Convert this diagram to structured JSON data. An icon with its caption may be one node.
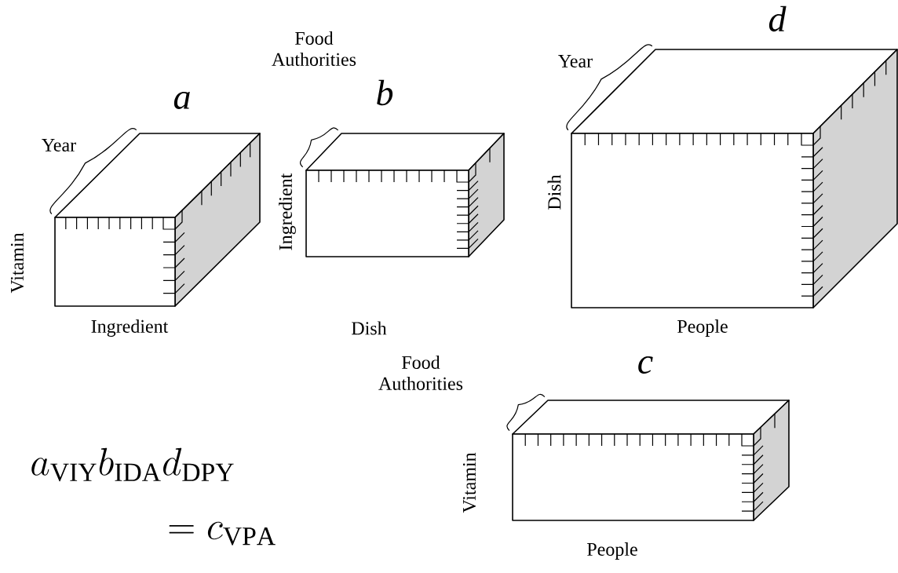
{
  "diagram": {
    "nodes": [
      {
        "text": [
          "a"
        ]
      },
      {
        "text": [
          "b"
        ]
      },
      {
        "text": [
          "d"
        ]
      },
      {
        "text": [
          "c"
        ]
      }
    ],
    "labels": [
      "Food Authorities",
      "Year",
      "Year",
      "Ingredient",
      "Dish",
      "Vitamin",
      "Ingredient",
      "Dish",
      "People",
      "Food Authorities",
      "a_{\\mathrm{VIY}} b_{\\mathrm{IDA}} d_{\\mathrm{DPY}}",
      "Vitamin",
      "= c_{\\mathrm{VPA}}",
      "People"
    ]
  }
}
